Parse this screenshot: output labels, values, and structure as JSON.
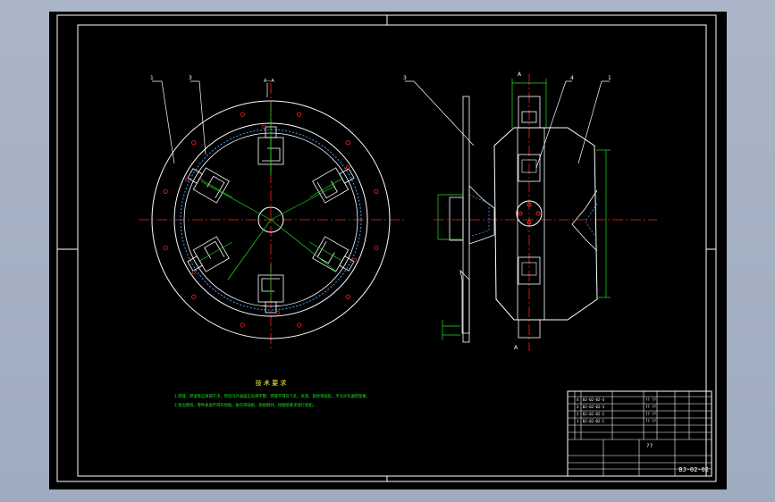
{
  "drawing": {
    "section_marker": "A—A",
    "view_marker": "A",
    "section_label_a": "A",
    "leaders_front": [
      "1",
      "3"
    ],
    "leaders_side": [
      "3",
      "4",
      "1"
    ]
  },
  "notes": {
    "title": "技 术 要 求",
    "lines": [
      "1.焊缝、焊渣等应清理干净，焊后内外表面应光滑平整，焊缝不得有气孔、夹渣、裂纹等缺陷，不允许有漏焊现象。",
      "2.锐边倒钝，零件表面不得有划痕、碰伤等缺陷，锐角倒钝，按图纸要求进行装配。"
    ]
  },
  "title_block": {
    "drawing_number": "BJ-02-02",
    "center_mark": "??",
    "rows": [
      [
        "4",
        "BJ-02-02-4",
        "?? ??"
      ],
      [
        "3",
        "BJ-02-02-3",
        "?? ??"
      ],
      [
        "2",
        "BJ-02-02-2",
        "?? ??"
      ],
      [
        "1",
        "BJ-02-02-1",
        "?? ??"
      ]
    ]
  },
  "colors": {
    "background": "#000000",
    "frame": "#ffffff",
    "center_line": "#ff2020",
    "dimension": "#20e020",
    "text_yellow": "#ffff40",
    "part_line": "#ffffff"
  }
}
